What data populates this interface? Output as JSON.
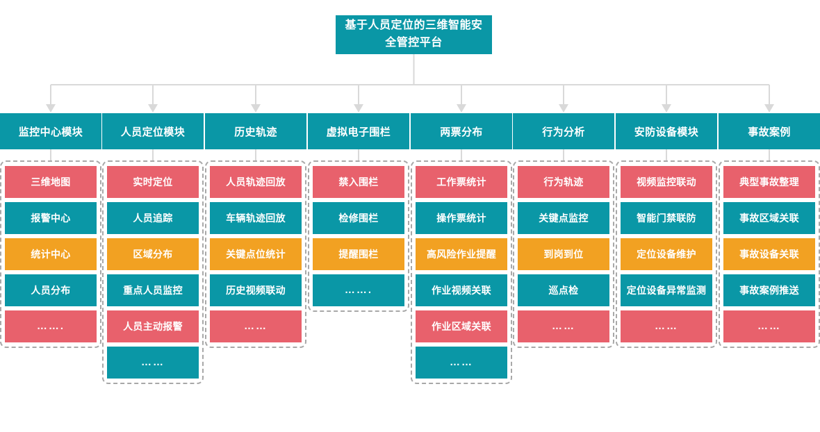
{
  "title": "基于人员定位的三维智能安全管控平台",
  "colors": {
    "red": "#e8616c",
    "teal": "#0a97a6",
    "orange": "#f2a122",
    "connector": "#d9d9d9",
    "group_border": "#a8a8a8",
    "background": "#ffffff"
  },
  "columns": [
    {
      "header": "监控中心模块",
      "items": [
        {
          "label": "三维地图",
          "color": "red"
        },
        {
          "label": "报警中心",
          "color": "teal"
        },
        {
          "label": "统计中心",
          "color": "orange"
        },
        {
          "label": "人员分布",
          "color": "teal"
        },
        {
          "label": "…….",
          "color": "red"
        }
      ]
    },
    {
      "header": "人员定位模块",
      "items": [
        {
          "label": "实时定位",
          "color": "red"
        },
        {
          "label": "人员追踪",
          "color": "teal"
        },
        {
          "label": "区域分布",
          "color": "orange"
        },
        {
          "label": "重点人员监控",
          "color": "teal"
        },
        {
          "label": "人员主动报警",
          "color": "red"
        },
        {
          "label": "……",
          "color": "teal"
        }
      ]
    },
    {
      "header": "历史轨迹",
      "items": [
        {
          "label": "人员轨迹回放",
          "color": "red"
        },
        {
          "label": "车辆轨迹回放",
          "color": "teal"
        },
        {
          "label": "关键点位统计",
          "color": "orange"
        },
        {
          "label": "历史视频联动",
          "color": "teal"
        },
        {
          "label": "……",
          "color": "red"
        }
      ]
    },
    {
      "header": "虚拟电子围栏",
      "items": [
        {
          "label": "禁入围栏",
          "color": "red"
        },
        {
          "label": "检修围栏",
          "color": "teal"
        },
        {
          "label": "提醒围栏",
          "color": "orange"
        },
        {
          "label": "…….",
          "color": "teal"
        }
      ]
    },
    {
      "header": "两票分布",
      "items": [
        {
          "label": "工作票统计",
          "color": "red"
        },
        {
          "label": "操作票统计",
          "color": "teal"
        },
        {
          "label": "高风险作业提醒",
          "color": "orange"
        },
        {
          "label": "作业视频关联",
          "color": "teal"
        },
        {
          "label": "作业区域关联",
          "color": "red"
        },
        {
          "label": "……",
          "color": "teal"
        }
      ]
    },
    {
      "header": "行为分析",
      "items": [
        {
          "label": "行为轨迹",
          "color": "red"
        },
        {
          "label": "关键点监控",
          "color": "teal"
        },
        {
          "label": "到岗到位",
          "color": "orange"
        },
        {
          "label": "巡点检",
          "color": "teal"
        },
        {
          "label": "……",
          "color": "red"
        }
      ]
    },
    {
      "header": "安防设备模块",
      "items": [
        {
          "label": "视频监控联动",
          "color": "red"
        },
        {
          "label": "智能门禁联防",
          "color": "teal"
        },
        {
          "label": "定位设备维护",
          "color": "orange"
        },
        {
          "label": "定位设备异常监测",
          "color": "teal"
        },
        {
          "label": "……",
          "color": "red"
        }
      ]
    },
    {
      "header": "事故案例",
      "items": [
        {
          "label": "典型事故整理",
          "color": "red"
        },
        {
          "label": "事故区域关联",
          "color": "teal"
        },
        {
          "label": "事故设备关联",
          "color": "orange"
        },
        {
          "label": "事故案例推送",
          "color": "teal"
        },
        {
          "label": "……",
          "color": "red"
        }
      ]
    }
  ]
}
